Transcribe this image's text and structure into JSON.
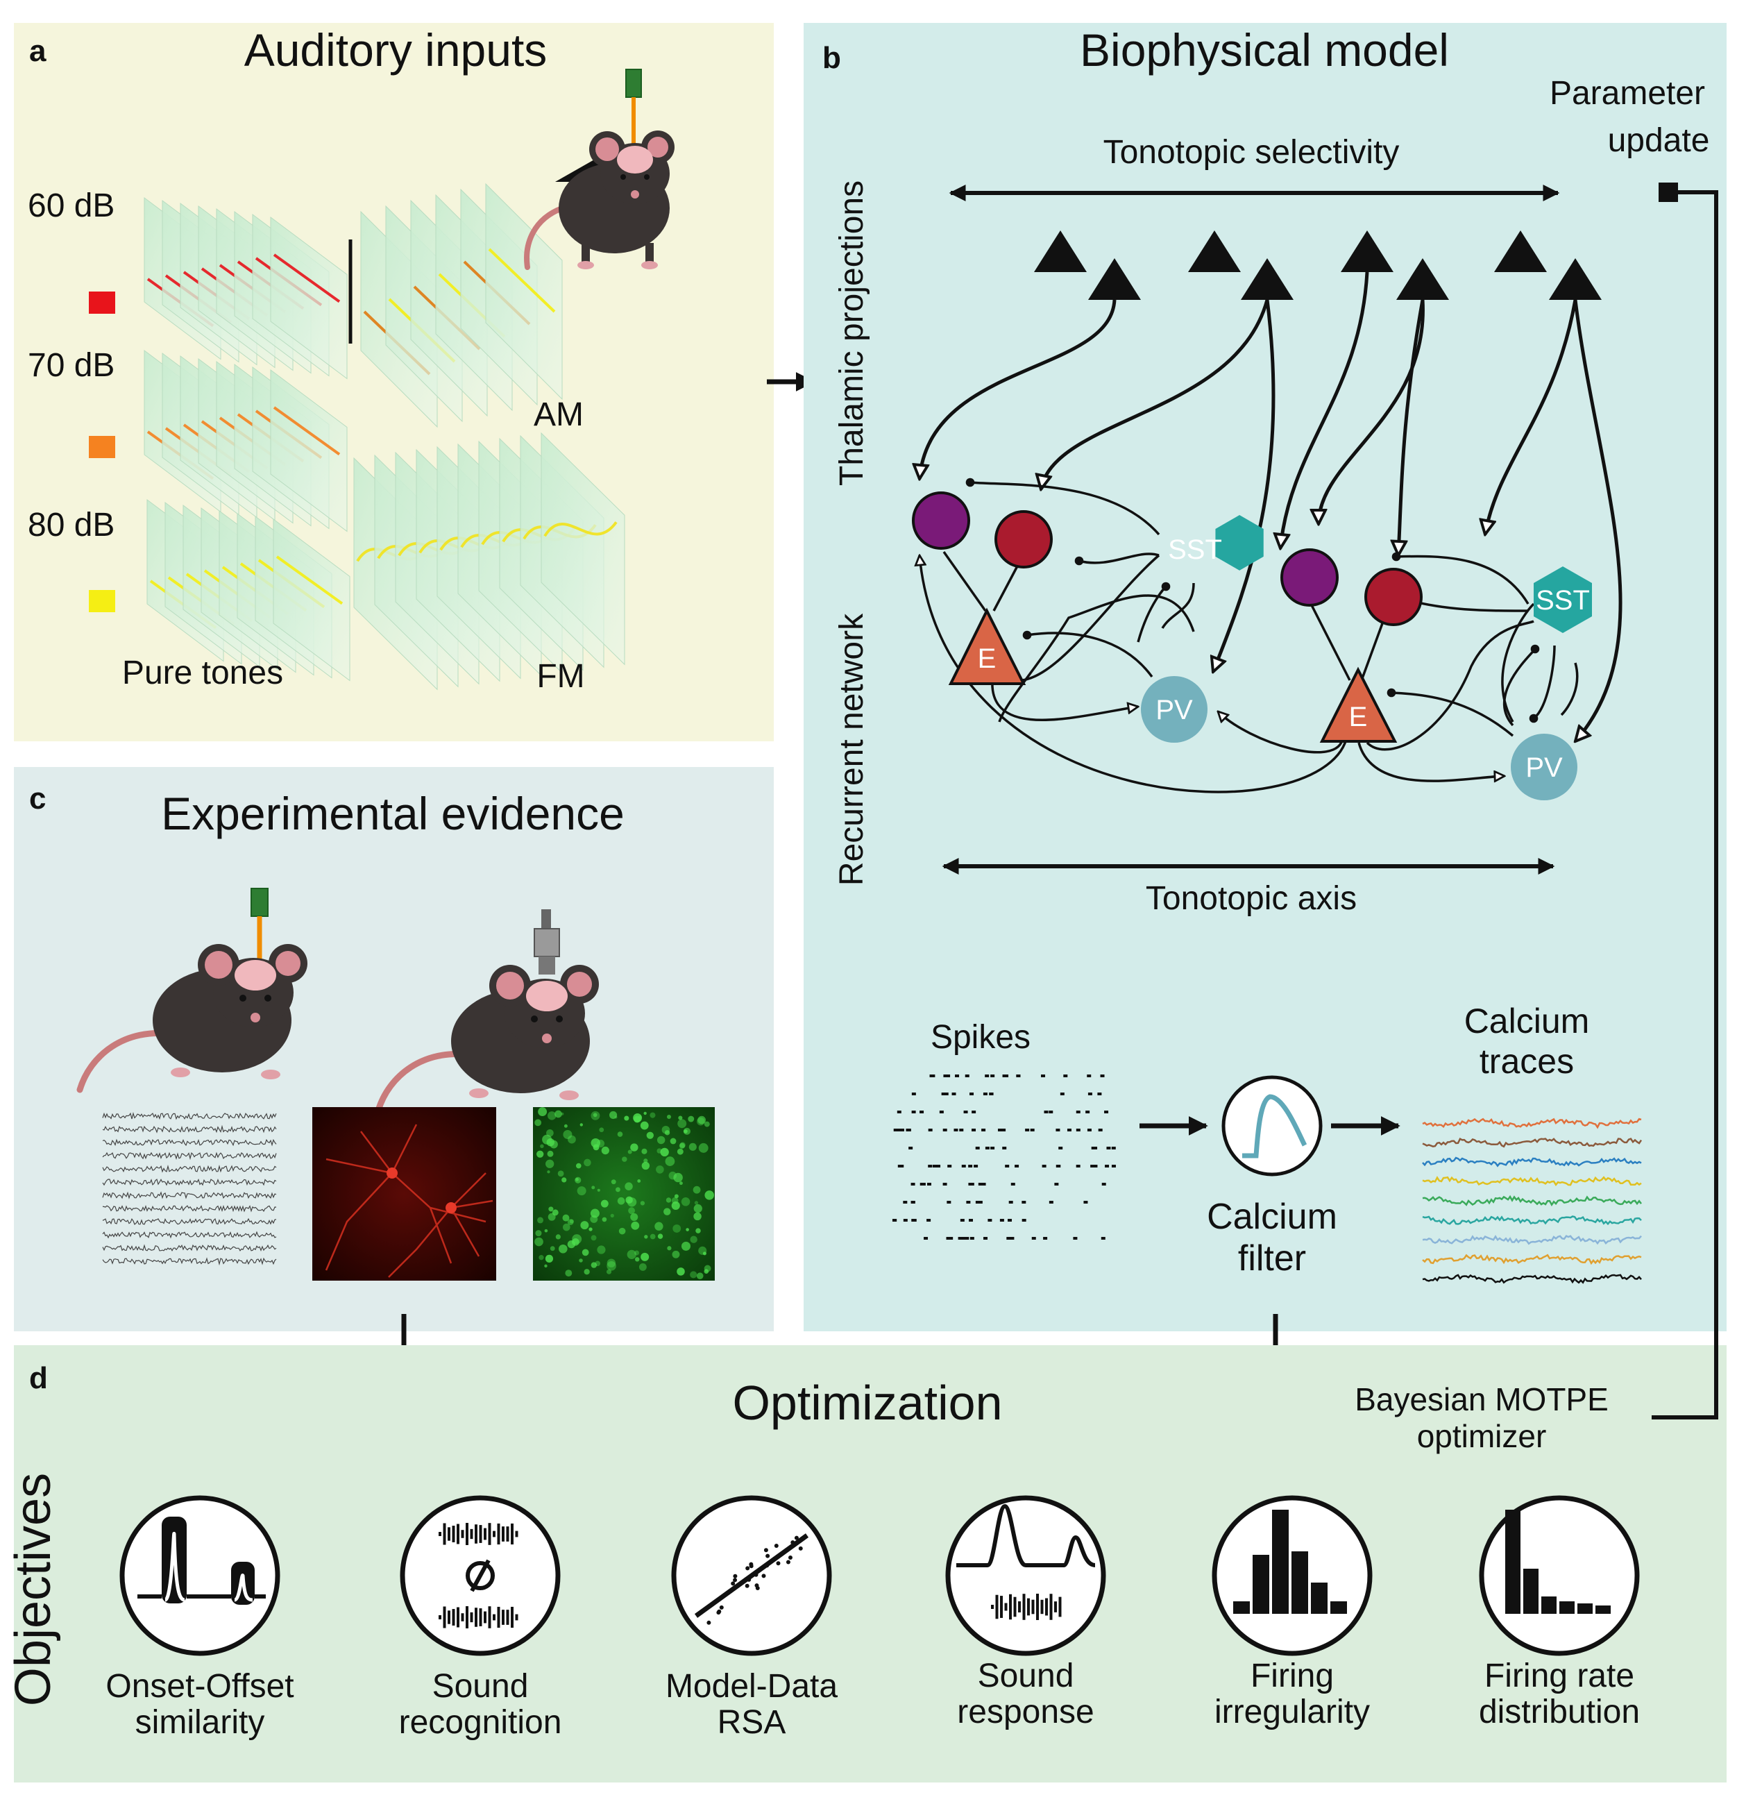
{
  "panel_a": {
    "letter": "a",
    "title": "Auditory inputs",
    "levels": [
      {
        "label": "60 dB",
        "color": "#e8141b"
      },
      {
        "label": "70 dB",
        "color": "#f58220"
      },
      {
        "label": "80 dB",
        "color": "#f5ee14"
      }
    ],
    "pure_tones": "Pure tones",
    "am": "AM",
    "fm": "FM"
  },
  "panel_b": {
    "letter": "b",
    "title": "Biophysical model",
    "parameter_update_line1": "Parameter",
    "parameter_update_line2": "update",
    "tonotopic_selectivity": "Tonotopic selectivity",
    "thalamic_projections": "Thalamic projections",
    "recurrent_network": "Recurrent network",
    "tonotopic_axis": "Tonotopic axis",
    "cell_labels": {
      "sst": "SST",
      "pv": "PV",
      "e": "E"
    },
    "spikes": "Spikes",
    "calcium_filter_line1": "Calcium",
    "calcium_filter_line2": "filter",
    "calcium_traces_line1": "Calcium",
    "calcium_traces_line2": "traces",
    "trace_colors": [
      "#e0703c",
      "#8b5a3c",
      "#2a7fc1",
      "#e0c020",
      "#3aaa5a",
      "#2aa6a0",
      "#8ab4d8",
      "#e0a030",
      "#111111"
    ]
  },
  "panel_c": {
    "letter": "c",
    "title": "Experimental evidence"
  },
  "panel_d": {
    "letter": "d",
    "title": "Optimization",
    "optimizer_line1": "Bayesian MOTPE",
    "optimizer_line2": "optimizer",
    "objectives_label": "Objectives",
    "objectives": [
      {
        "line1": "Onset-Offset",
        "line2": "similarity",
        "icon": "onset-offset-icon"
      },
      {
        "line1": "Sound",
        "line2": "recognition",
        "icon": "sound-recognition-icon"
      },
      {
        "line1": "Model-Data",
        "line2": "RSA",
        "icon": "rsa-scatter-icon"
      },
      {
        "line1": "Sound",
        "line2": "response",
        "icon": "sound-response-icon"
      },
      {
        "line1": "Firing",
        "line2": "irregularity",
        "icon": "firing-irregularity-icon"
      },
      {
        "line1": "Firing rate",
        "line2": "distribution",
        "icon": "firing-rate-distribution-icon"
      }
    ]
  }
}
